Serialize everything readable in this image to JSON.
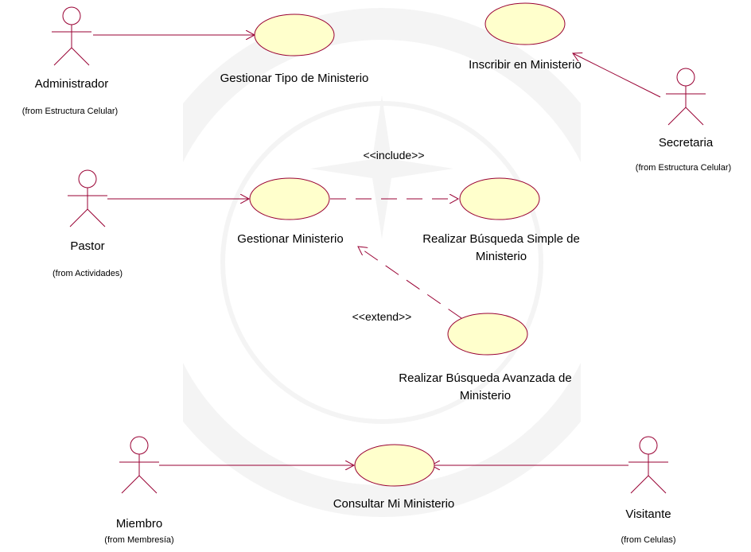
{
  "colors": {
    "usecase_fill": "#ffffcc",
    "usecase_stroke": "#990033",
    "line": "#990033",
    "actor_stroke": "#990033",
    "text": "#000000"
  },
  "actors": [
    {
      "id": "administrador",
      "name": "Administrador",
      "from": "(from Estructura Celular)"
    },
    {
      "id": "secretaria",
      "name": "Secretaria",
      "from": "(from Estructura Celular)"
    },
    {
      "id": "pastor",
      "name": "Pastor",
      "from": "(from Actividades)"
    },
    {
      "id": "miembro",
      "name": "Miembro",
      "from": "(from Membresía)"
    },
    {
      "id": "visitante",
      "name": "Visitante",
      "from": "(from Celulas)"
    }
  ],
  "usecases": {
    "gestionar_tipo": "Gestionar Tipo de Ministerio",
    "inscribir": "Inscribir en Ministerio",
    "gestionar": "Gestionar Ministerio",
    "busqueda_simple_1": "Realizar Búsqueda Simple de",
    "busqueda_simple_2": "Ministerio",
    "busqueda_avanzada_1": "Realizar Búsqueda Avanzada de",
    "busqueda_avanzada_2": "Ministerio",
    "consultar": "Consultar Mi Ministerio"
  },
  "stereotypes": {
    "include": "<<include>>",
    "extend": "<<extend>>"
  }
}
